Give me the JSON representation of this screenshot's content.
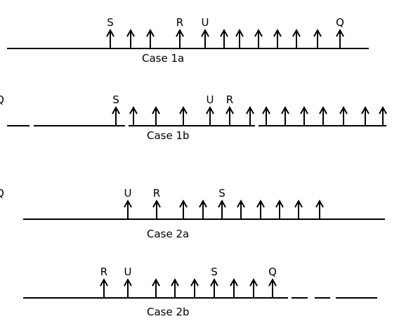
{
  "panels": [
    {
      "caption": "Case 1a",
      "labels": [
        {
          "text": "S",
          "arrow": 0
        },
        {
          "text": "R",
          "arrow": 3
        },
        {
          "text": "U",
          "arrow": 4
        },
        {
          "text": "Q",
          "arrow": 11
        }
      ]
    },
    {
      "caption": "Case 1b",
      "labels": [
        {
          "text": "S",
          "arrow": 0
        },
        {
          "text": "U",
          "arrow": 4
        },
        {
          "text": "R",
          "arrow": 5
        },
        {
          "text": "Q",
          "arrow": 15
        }
      ]
    },
    {
      "caption": "Case 2a",
      "labels": [
        {
          "text": "U",
          "arrow": 0
        },
        {
          "text": "R",
          "arrow": 1
        },
        {
          "text": "S",
          "arrow": 4
        },
        {
          "text": "Q",
          "arrow": 10
        }
      ]
    },
    {
      "caption": "Case 2b",
      "labels": [
        {
          "text": "R",
          "arrow": 0
        },
        {
          "text": "U",
          "arrow": 1
        },
        {
          "text": "S",
          "arrow": 5
        },
        {
          "text": "Q",
          "arrow": 8
        }
      ]
    }
  ]
}
